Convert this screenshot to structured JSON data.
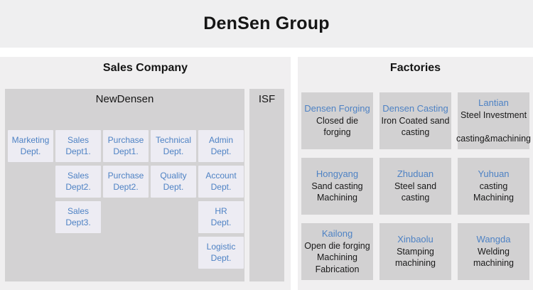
{
  "header": {
    "title": "DenSen Group"
  },
  "sales_company": {
    "title": "Sales Company",
    "newdensen": {
      "label": "NewDensen",
      "departments": [
        {
          "label": "Marketing\nDept."
        },
        {
          "label": "Sales\nDept1."
        },
        {
          "label": "Purchase\nDept1."
        },
        {
          "label": "Technical\nDept."
        },
        {
          "label": "Admin\nDept."
        },
        {
          "label": "Sales\nDept2."
        },
        {
          "label": "Purchase\nDept2."
        },
        {
          "label": "Quality\nDept."
        },
        {
          "label": "Account\nDept."
        },
        {
          "label": "Sales\nDept3."
        },
        {
          "label": "HR\nDept."
        },
        {
          "label": "Logistic\nDept."
        }
      ]
    },
    "isf": {
      "label": "ISF"
    }
  },
  "factories": {
    "title": "Factories",
    "items": [
      {
        "name": "Densen Forging",
        "desc": "Closed die forging"
      },
      {
        "name": "Densen Casting",
        "desc": "Iron Coated sand\ncasting"
      },
      {
        "name": "Lantian",
        "desc": "Steel Investment\n\ncasting&machining"
      },
      {
        "name": "Hongyang",
        "desc": "Sand casting\nMachining"
      },
      {
        "name": "Zhuduan",
        "desc": "Steel sand casting"
      },
      {
        "name": "Yuhuan",
        "desc": "casting\nMachining"
      },
      {
        "name": "Kailong",
        "desc": "Open die forging\nMachining\nFabrication"
      },
      {
        "name": "Xinbaolu",
        "desc": "Stamping\nmachining"
      },
      {
        "name": "Wangda",
        "desc": "Welding\nmachining"
      }
    ]
  },
  "colors": {
    "accent_blue": "#4e82c4",
    "gray_box": "#d3d2d3",
    "panel_bg": "#f0eff0",
    "dept_fill": "#edecf3"
  }
}
